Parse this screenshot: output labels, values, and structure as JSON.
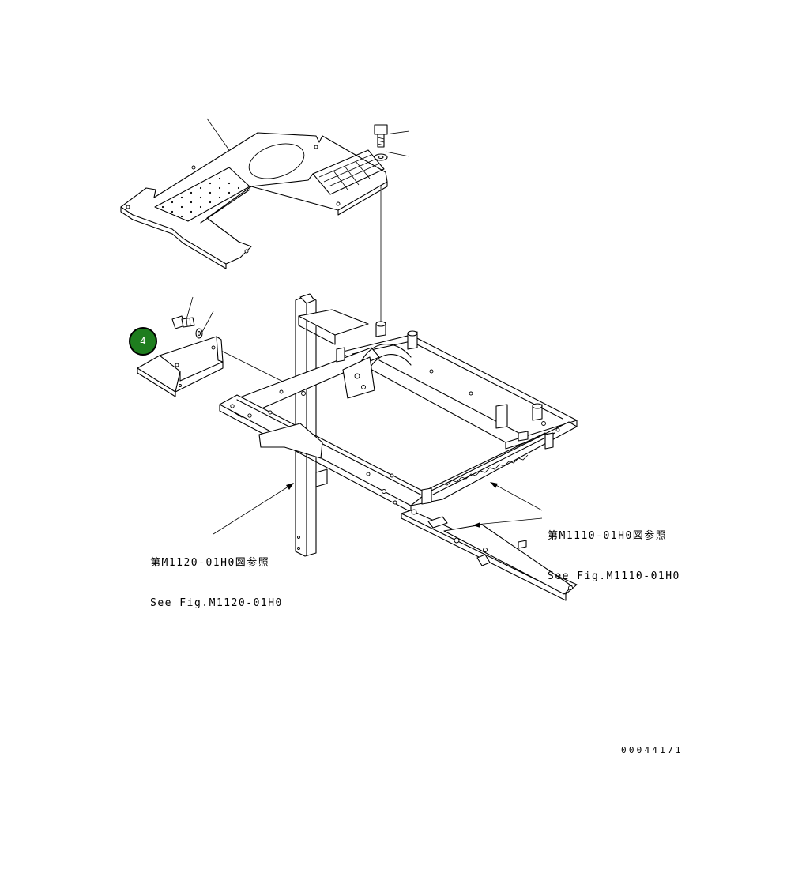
{
  "callouts": {
    "right": {
      "line1": "第M1110-01H0図参照",
      "line2": "See Fig.M1110-01H0"
    },
    "left": {
      "line1": "第M1120-01H0図参照",
      "line2": "See Fig.M1120-01H0"
    }
  },
  "badge": {
    "label": "4",
    "color": "#1e7d1e"
  },
  "drawing_number": "00044171"
}
